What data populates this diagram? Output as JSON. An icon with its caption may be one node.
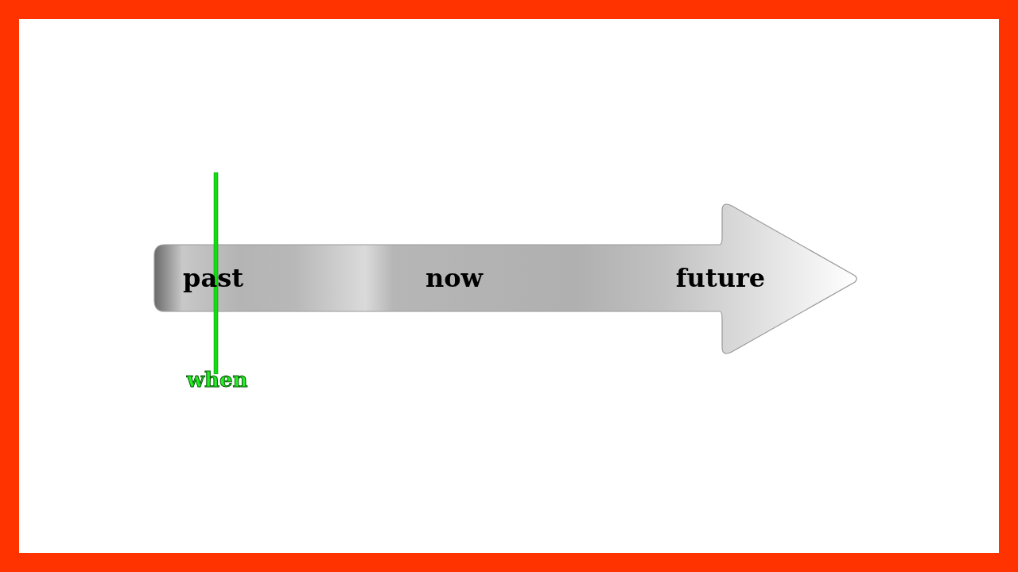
{
  "diagram": {
    "nodes": [
      {
        "text": [
          "past",
          "now",
          "future"
        ]
      }
    ],
    "labels": [
      "when"
    ]
  }
}
